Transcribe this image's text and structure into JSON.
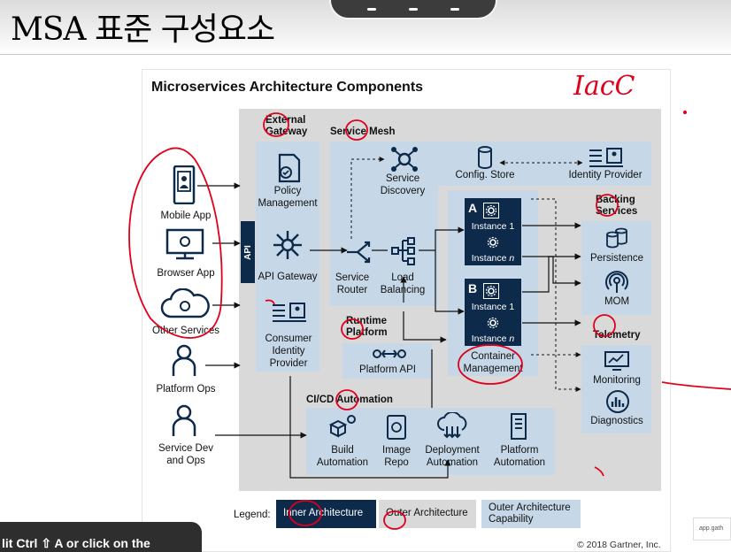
{
  "slide_title": "MSA 표준 구성요소",
  "diagram_title": "Microservices Architecture Components",
  "handwritten_note": "IacC",
  "clients": {
    "mobile": "Mobile App",
    "browser": "Browser App",
    "other": "Other Services",
    "platform_ops": "Platform Ops",
    "service_dev": "Service Dev and Ops"
  },
  "external_gateway": {
    "title": "External Gateway",
    "api_tab": "API",
    "policy": "Policy Management",
    "api_gateway": "API Gateway",
    "identity": "Consumer Identity Provider"
  },
  "service_mesh": {
    "title": "Service Mesh",
    "discovery": "Service Discovery",
    "config": "Config. Store",
    "identity_provider": "Identity Provider",
    "router": "Service Router",
    "load_balancing": "Load Balancing"
  },
  "instances": {
    "a_letter": "A",
    "b_letter": "B",
    "instance_1": "Instance 1",
    "instance_n_prefix": "Instance ",
    "instance_n_var": "n",
    "container_mgmt": "Container Management"
  },
  "runtime": {
    "title": "Runtime Platform",
    "platform_api": "Platform API"
  },
  "backing": {
    "title": "Backing Services",
    "persistence": "Persistence",
    "mom": "MOM"
  },
  "telemetry": {
    "title": "Telemetry",
    "monitoring": "Monitoring",
    "diagnostics": "Diagnostics"
  },
  "cicd": {
    "title": "CI/CD Automation",
    "build": "Build Automation",
    "image": "Image Repo",
    "deploy": "Deployment Automation",
    "platform": "Platform Automation"
  },
  "legend": {
    "label": "Legend:",
    "inner": "Inner Architecture",
    "outer": "Outer Architecture",
    "outer_capability": "Outer Architecture Capability"
  },
  "copyright": "© 2018 Gartner, Inc.",
  "tooltip_text": "lit Ctrl ⇧ A or click on the",
  "popup_text": "app.gath",
  "colors": {
    "inner": "#0d2a4a",
    "outer_capability": "#c6d8e8",
    "background": "#d9d9d9",
    "annotation": "#e0001a"
  }
}
